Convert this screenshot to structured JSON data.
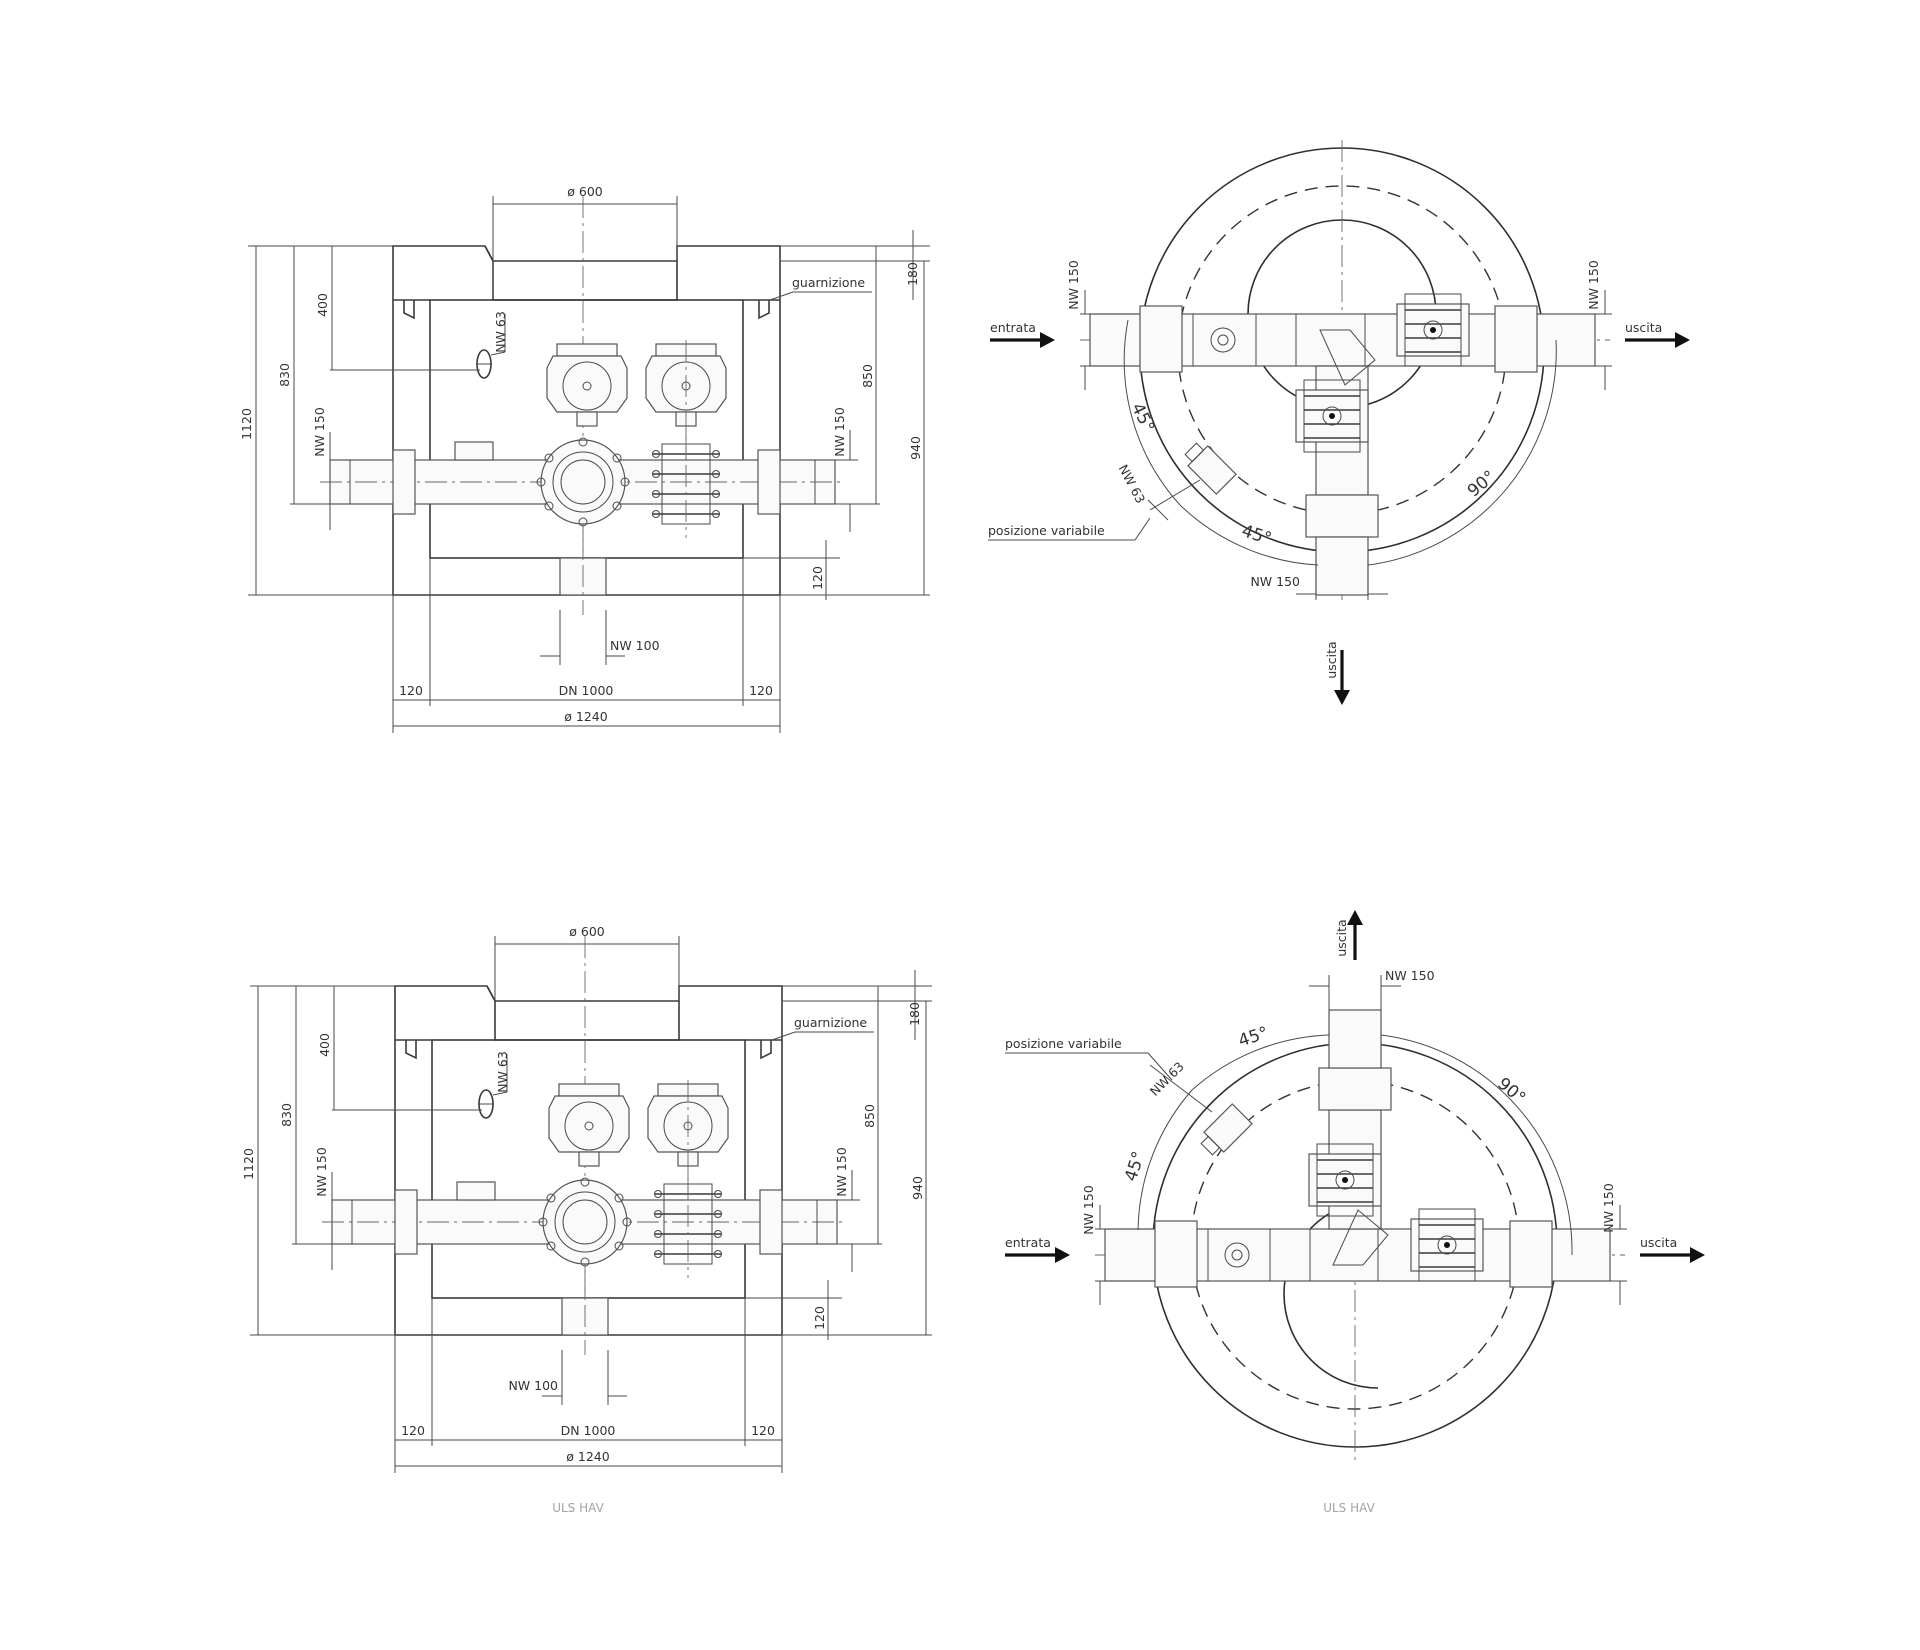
{
  "sections": [
    {
      "id": "upper",
      "elevation": {
        "dim_top": "ø 600",
        "gasket": "guarnizione",
        "dim_400": "400",
        "dim_830": "830",
        "dim_1120": "1120",
        "dim_nw150_left": "NW 150",
        "dim_nw63": "NW 63",
        "dim_180": "180",
        "dim_850": "850",
        "dim_940": "940",
        "dim_nw150_right": "NW 150",
        "dim_120_bottom": "120",
        "dim_nw100": "NW 100",
        "dim_120_left": "120",
        "dim_dn1000": "DN 1000",
        "dim_120_right": "120",
        "dim_1240": "ø 1240"
      },
      "plan": {
        "inlet": "entrata",
        "outlet": "uscita",
        "outlet_2": "uscita",
        "nw150_left": "NW 150",
        "nw150_right": "NW 150",
        "nw150_bottom": "NW 150",
        "nw63": "NW 63",
        "angle_a": "45°",
        "angle_b": "45°",
        "angle_c": "90°",
        "variable_position": "posizione variabile"
      }
    },
    {
      "id": "lower",
      "elevation": {
        "dim_top": "ø 600",
        "gasket": "guarnizione",
        "dim_400": "400",
        "dim_830": "830",
        "dim_1120": "1120",
        "dim_nw150_left": "NW 150",
        "dim_nw63": "NW 63",
        "dim_180": "180",
        "dim_850": "850",
        "dim_940": "940",
        "dim_nw150_right": "NW 150",
        "dim_120_bottom": "120",
        "dim_nw100": "NW 100",
        "dim_120_left": "120",
        "dim_dn1000": "DN 1000",
        "dim_120_right": "120",
        "dim_1240": "ø 1240"
      },
      "plan": {
        "inlet": "entrata",
        "outlet": "uscita",
        "outlet_2": "uscita",
        "nw150_left": "NW 150",
        "nw150_right": "NW 150",
        "nw150_top": "NW 150",
        "nw63": "NW 63",
        "angle_a": "45°",
        "angle_b": "45°",
        "angle_c": "90°",
        "variable_position": "posizione variabile"
      }
    }
  ],
  "captions": {
    "left": "ULS HAV",
    "right": "ULS HAV"
  }
}
